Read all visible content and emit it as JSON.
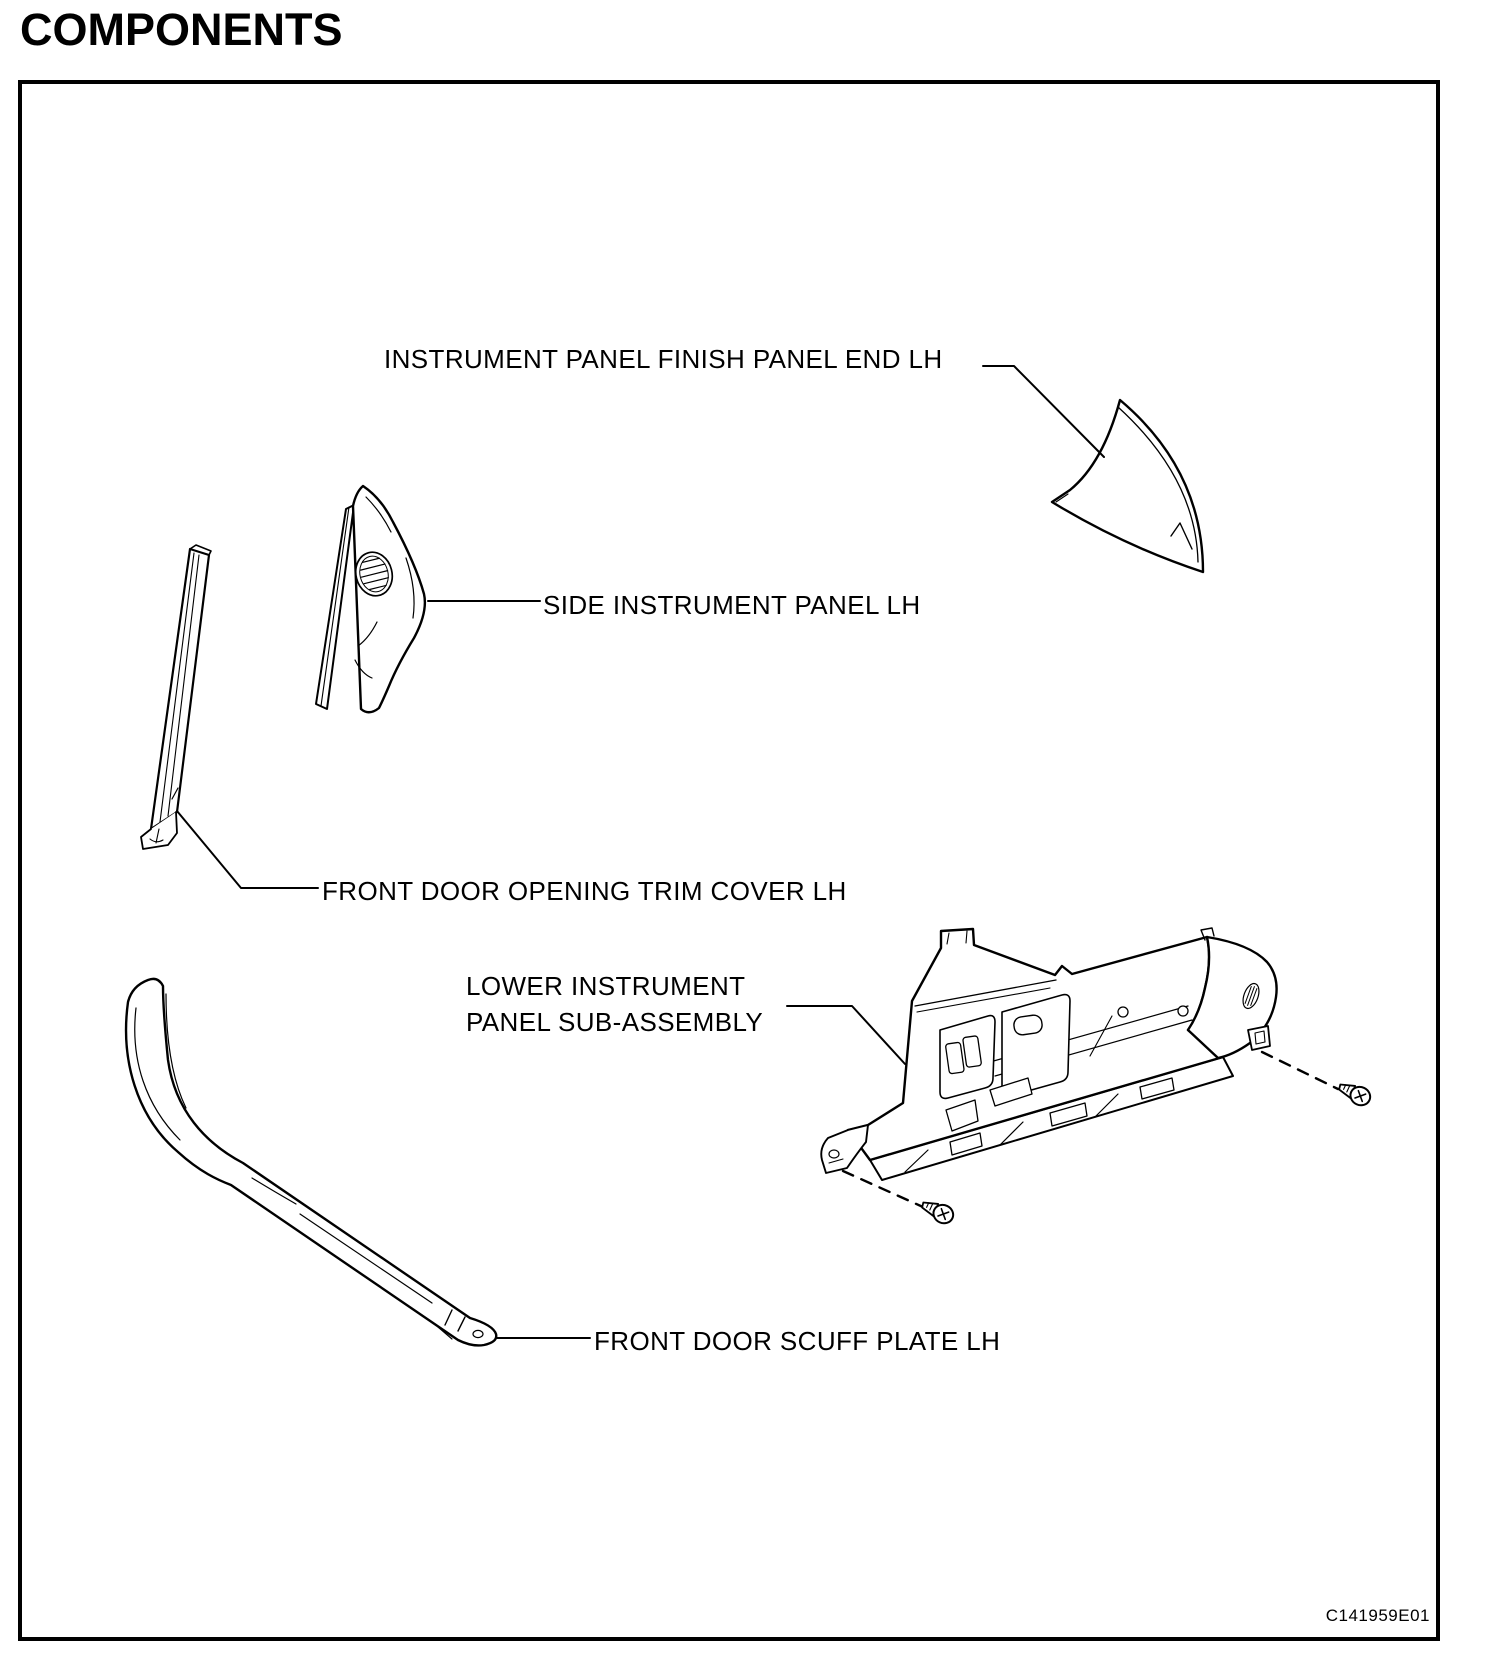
{
  "page": {
    "title": "COMPONENTS",
    "figure_code": "C141959E01"
  },
  "diagram": {
    "colors": {
      "line": "#000000",
      "background": "#ffffff"
    },
    "labels": [
      {
        "id": "instrument-panel-finish-panel-end-lh",
        "text": "INSTRUMENT PANEL FINISH PANEL END LH"
      },
      {
        "id": "side-instrument-panel-lh",
        "text": "SIDE INSTRUMENT PANEL LH"
      },
      {
        "id": "front-door-opening-trim-cover-lh",
        "text": "FRONT DOOR OPENING TRIM COVER LH"
      },
      {
        "id": "lower-instrument-panel-sub-assembly",
        "line1": "LOWER INSTRUMENT",
        "line2": "PANEL SUB-ASSEMBLY"
      },
      {
        "id": "front-door-scuff-plate-lh",
        "text": "FRONT DOOR SCUFF PLATE LH"
      }
    ],
    "parts": [
      "INSTRUMENT PANEL FINISH PANEL END LH",
      "SIDE INSTRUMENT PANEL LH",
      "FRONT DOOR OPENING TRIM COVER LH",
      "LOWER INSTRUMENT PANEL SUB-ASSEMBLY",
      "FRONT DOOR SCUFF PLATE LH"
    ],
    "fasteners": {
      "screw_count": 2
    }
  }
}
